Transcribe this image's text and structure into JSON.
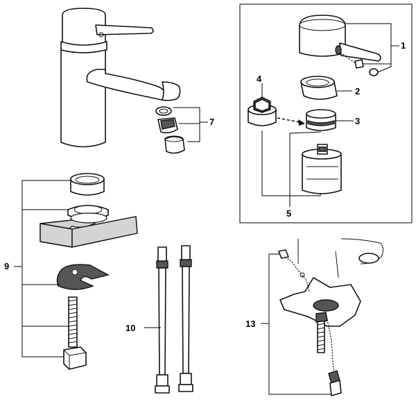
{
  "callouts": {
    "handle": "1",
    "cover_ring": "2",
    "nut": "3",
    "cartridge_tool": "4",
    "cartridge": "5",
    "aerator": "7",
    "mounting_kit": "9",
    "hoses": "10",
    "pop_up_waste": "13"
  },
  "colors": {
    "line": "#000000",
    "foam": "#d4d4d4",
    "metal_dark": "#555555",
    "background": "#ffffff"
  }
}
